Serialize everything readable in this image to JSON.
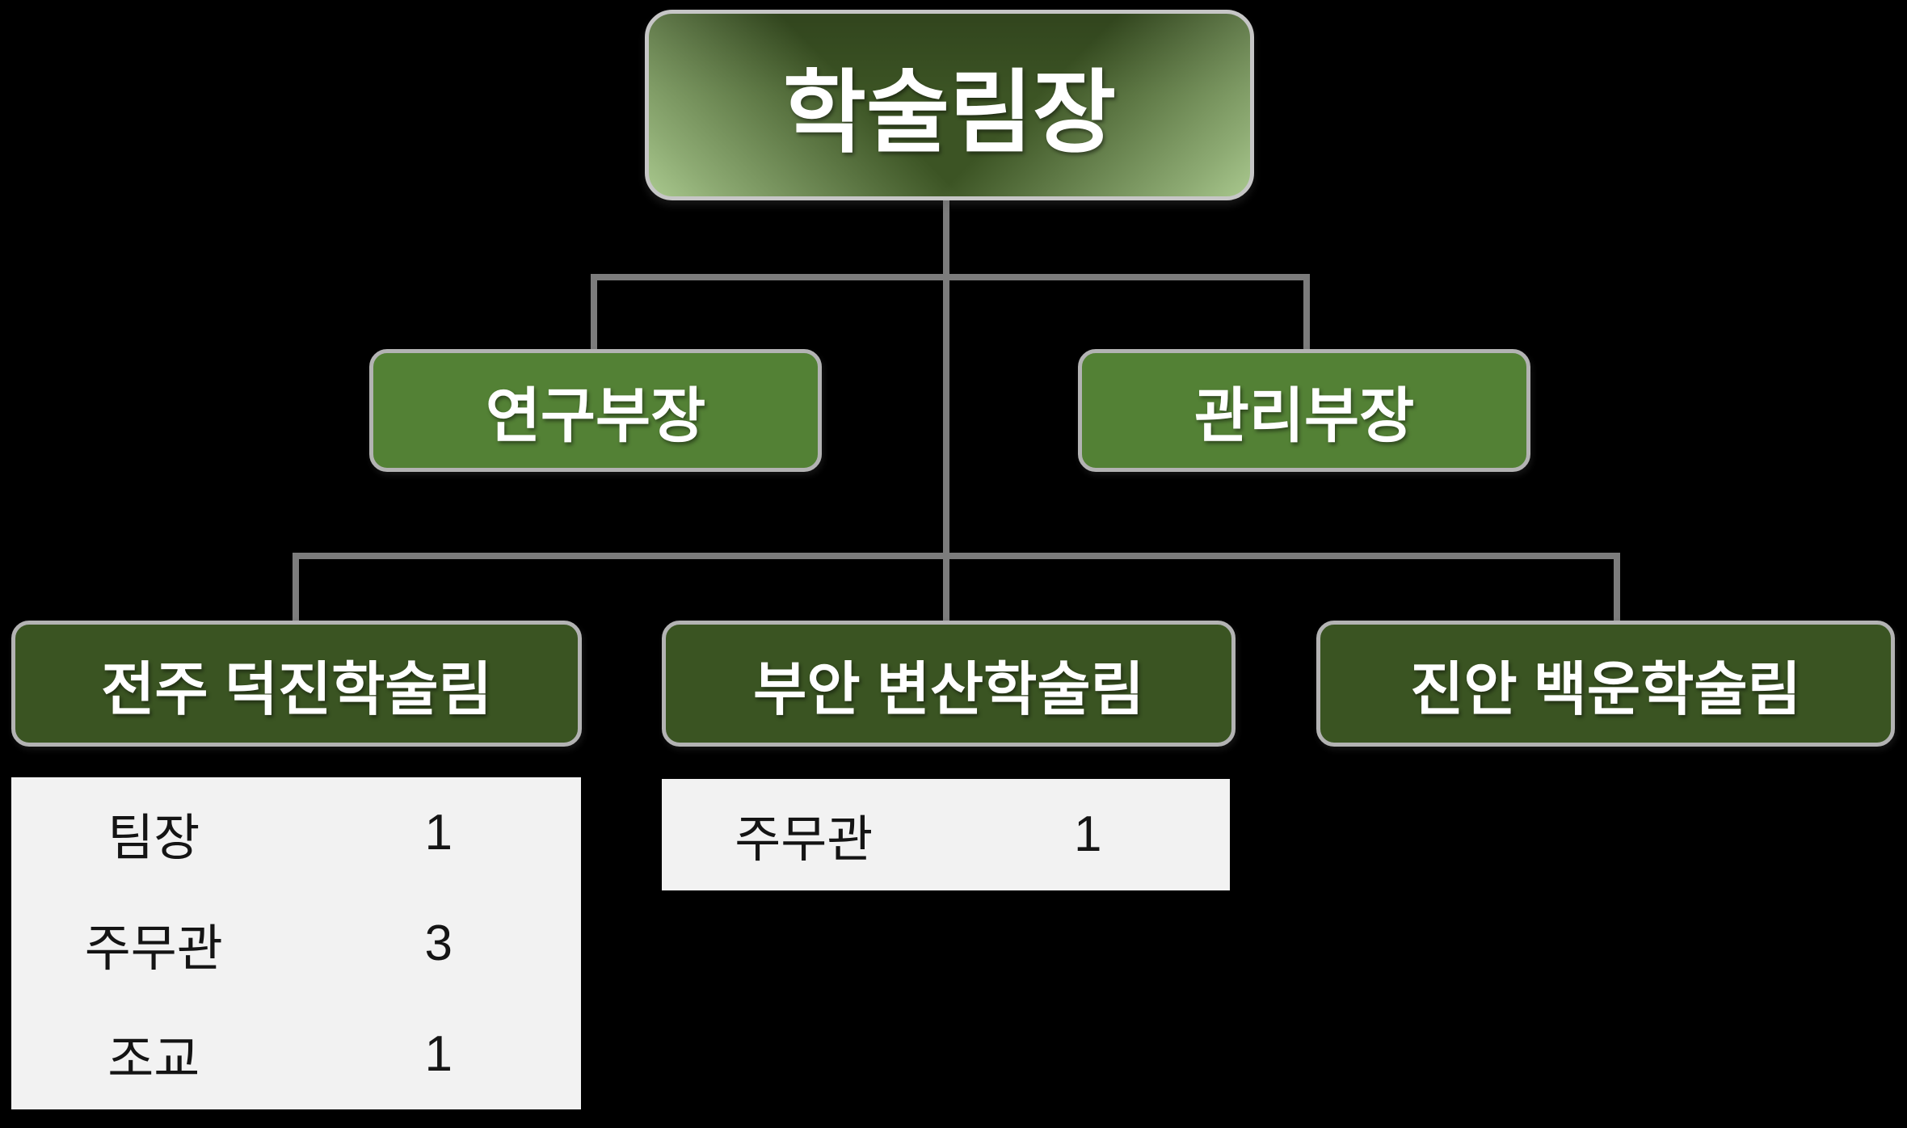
{
  "org": {
    "root": {
      "label": "학술림장"
    },
    "level2": [
      {
        "label": "연구부장"
      },
      {
        "label": "관리부장"
      }
    ],
    "level3": [
      {
        "label": "전주 덕진학술림"
      },
      {
        "label": "부안 변산학술림"
      },
      {
        "label": "진안 백운학술림"
      }
    ]
  },
  "tables": {
    "jeonju": {
      "rows": [
        {
          "role": "팀장",
          "count": "1"
        },
        {
          "role": "주무관",
          "count": "3"
        },
        {
          "role": "조교",
          "count": "1"
        }
      ]
    },
    "buan": {
      "rows": [
        {
          "role": "주무관",
          "count": "1"
        }
      ]
    }
  },
  "colors": {
    "background": "#000000",
    "root_box_green": "#3c5424",
    "root_box_glow": "#a9c88e",
    "level2_green": "#538135",
    "level3_green": "#3a5422",
    "box_border": "#b3b3b3",
    "connector_gray": "#7c7c7c",
    "table_background": "#f2f2f2",
    "text_white": "#ffffff",
    "text_black": "#141414"
  }
}
